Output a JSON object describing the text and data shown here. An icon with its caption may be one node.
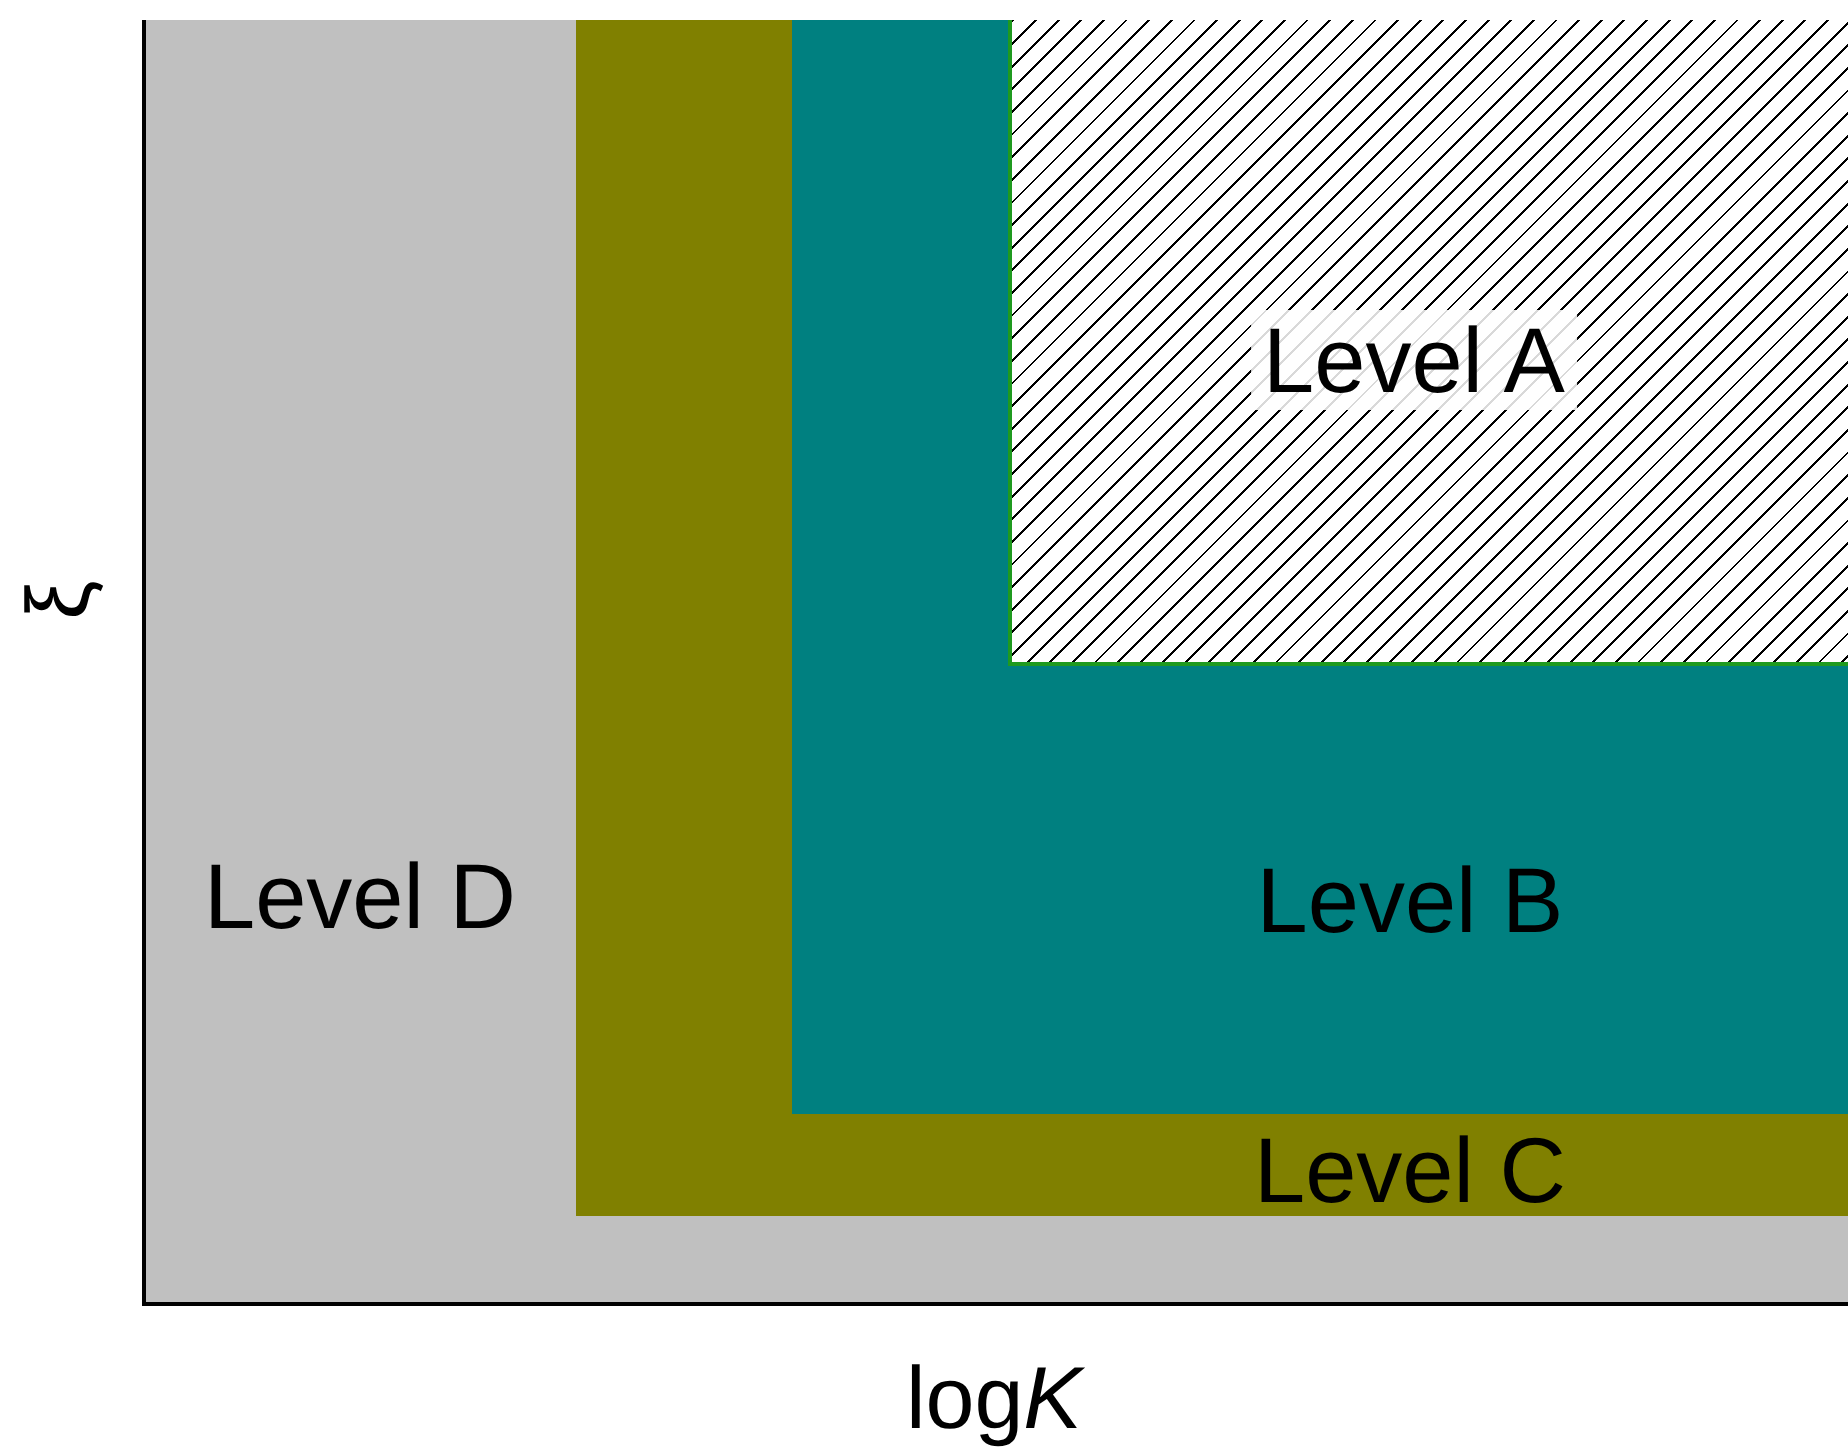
{
  "diagram": {
    "nodes": [
      {
        "text": [
          "Level D"
        ]
      },
      {
        "text": [
          "Level C"
        ],
        "in": 0
      },
      {
        "text": [
          "Level B"
        ],
        "in": 1
      },
      {
        "text": [
          "Level A"
        ],
        "in": 2
      }
    ],
    "labels": [
      "ξ",
      "logK"
    ]
  }
}
